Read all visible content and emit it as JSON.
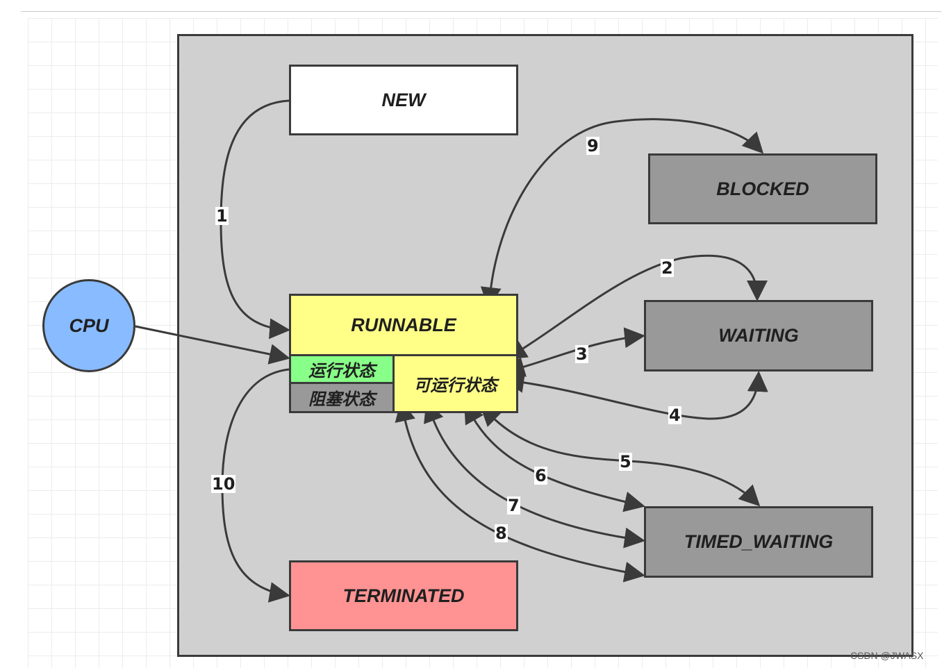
{
  "states": {
    "new": "NEW",
    "blocked": "BLOCKED",
    "waiting": "WAITING",
    "runnable": "RUNNABLE",
    "running": "运行状态",
    "blocking": "阻塞状态",
    "runnable_sub": "可运行状态",
    "timed_waiting": "TIMED_WAITING",
    "terminated": "TERMINATED",
    "cpu": "CPU"
  },
  "transitions": [
    "1",
    "2",
    "3",
    "4",
    "5",
    "6",
    "7",
    "8",
    "9",
    "10"
  ],
  "colors": {
    "new": "#ffffff",
    "blocked": "#999999",
    "waiting": "#999999",
    "timed_waiting": "#999999",
    "runnable": "#ffff88",
    "running": "#88ff88",
    "blocking": "#999999",
    "terminated": "#ff9393",
    "cpu": "#88bbff",
    "frame": "#d0d0d0"
  },
  "watermark": "CSDN @JWASX"
}
